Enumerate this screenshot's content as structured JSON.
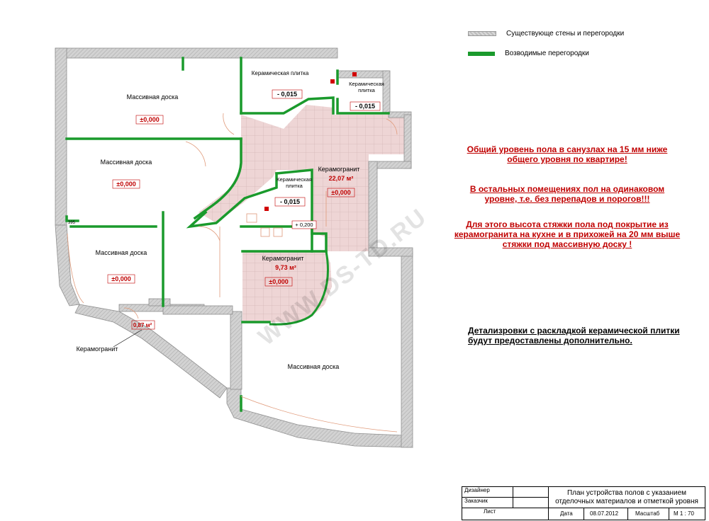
{
  "legend": {
    "existing_walls": "Существующе стены и перегородки",
    "new_partitions": "Возводимые перегородки"
  },
  "notes": {
    "note1": "Общий уровень пола в санузлах на 15 мм ниже общего уровня по квартире!",
    "note2": "В остальных помещениях пол на одинаковом уровне, т.е. без перепадов и порогов!!!",
    "note3": "Для этого высота стяжки пола под покрытие из керамогранита на кухне и в прихожей  на 20 мм  выше стяжки под массивную доску !",
    "note4": "Детализровки с раскладкой керамической плитки будут предоставлены дополнительно."
  },
  "rooms": {
    "r1_material": "Массивная доска",
    "r1_level": "±0,000",
    "r2_material": "Массивная доска",
    "r2_level": "±0,000",
    "r3_material": "Массивная доска",
    "r3_level": "±0,000",
    "r4_material": "Массивная доска",
    "bath1_material": "Керамическая плитка",
    "bath1_level": "- 0,015",
    "bath2_material_a": "Керамическая",
    "bath2_material_b": "плитка",
    "bath2_level": "- 0,015",
    "bath3_material_a": "Керамическая",
    "bath3_material_b": "плитка",
    "bath3_level": "- 0,015",
    "hall_material": "Керамогранит",
    "hall_area": "22,07 м²",
    "hall_level": "±0,000",
    "kitchen_material": "Керамогранит",
    "kitchen_area": "9,73 м²",
    "kitchen_level": "±0,000",
    "small_area": "0,87 м²",
    "small_label": "Керамогранит",
    "laundry_level": "+ 0,200",
    "dim_395": "395"
  },
  "watermark": "WWW.DS-TD.RU",
  "titleblock": {
    "designer": "Дизайнер",
    "customer": "Заказчик",
    "sheet": "Лист",
    "title_line1": "План устройства полов с указанием",
    "title_line2": "отделочных материалов и отметкой уровня",
    "date_label": "Дата",
    "date_value": "08.07.2012",
    "scale_label": "Масштаб",
    "scale_value": "М 1 : 70"
  },
  "colors": {
    "existing_wall": "#c8c8c8",
    "new_partition": "#1a9a2c",
    "tile_floor": "#eed5d5",
    "note_red": "#c00000"
  }
}
